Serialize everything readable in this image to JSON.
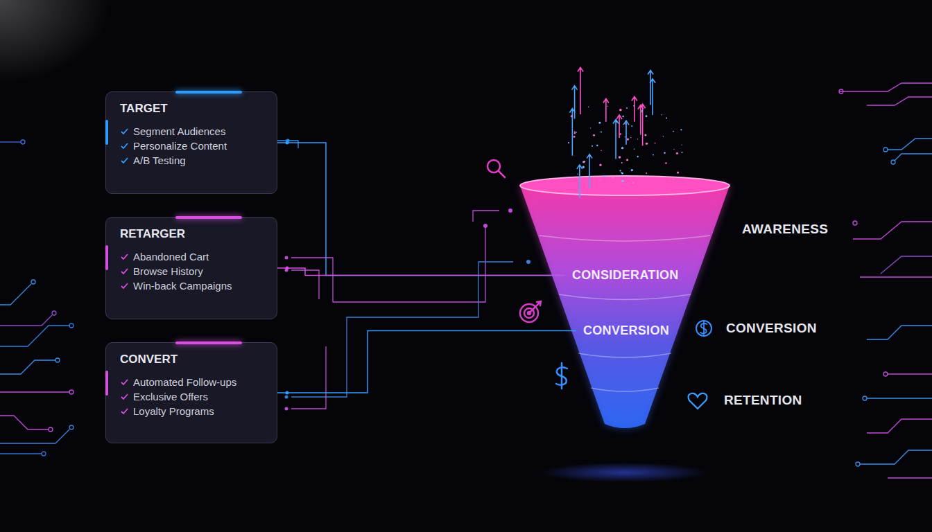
{
  "diagram": {
    "nodes": [
      {
        "text": [
          "TARGET",
          "Segment Audiences",
          "Personalize Content",
          "A/B Testing"
        ]
      },
      {
        "text": [
          "RETARGER",
          "Abandoned Cart",
          "Browse History",
          "Win-back Campaigns"
        ]
      },
      {
        "text": [
          "CONVERT",
          "Automated Follow-ups",
          "Exclusive Offers",
          "Loyalty Programs"
        ]
      },
      {
        "text": [
          "CONSIDERATION"
        ]
      },
      {
        "text": [
          "CONVERSION"
        ]
      }
    ],
    "edges": [
      {
        "from": 0,
        "to": 3,
        "arrow": "none"
      },
      {
        "from": 1,
        "to": 3,
        "arrow": "none"
      },
      {
        "from": 2,
        "to": 4,
        "arrow": "none"
      }
    ],
    "labels": [
      "AWARENESS",
      "CONVERSION",
      "RETENTION"
    ]
  }
}
